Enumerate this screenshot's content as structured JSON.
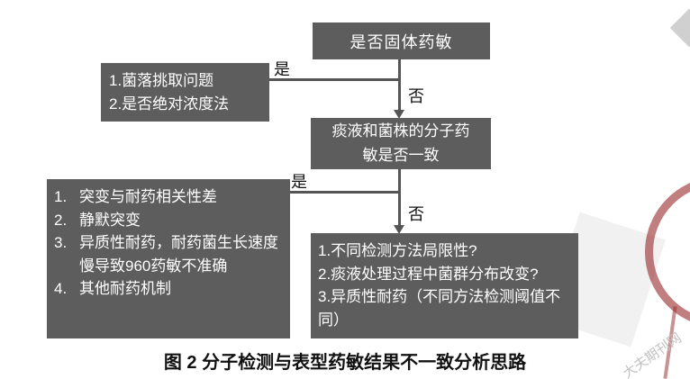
{
  "colors": {
    "box_bg": "#5d5d5d",
    "box_text": "#ffffff",
    "connector": "#555555",
    "label_text": "#111111",
    "caption_text": "#111111",
    "watermark_arc": "#962828"
  },
  "flowchart": {
    "decision1": {
      "text": "是否固体药敏"
    },
    "branch1": {
      "yes": "是",
      "no": "否"
    },
    "left_box1": {
      "lines": [
        "1.菌落挑取问题",
        "2.是否绝对浓度法"
      ]
    },
    "decision2": {
      "line1": "痰液和菌株的分子药",
      "line2": "敏是否一致"
    },
    "branch2": {
      "yes": "是",
      "no": "否"
    },
    "left_box2": {
      "items": [
        {
          "num": "1.",
          "text": "突变与耐药相关性差"
        },
        {
          "num": "2.",
          "text": "静默突变"
        },
        {
          "num": "3.",
          "text": "异质性耐药，耐药菌生长速度慢导致960药敏不准确"
        },
        {
          "num": "4.",
          "text": "其他耐药机制"
        }
      ]
    },
    "bottom_box": {
      "lines": [
        "1.不同检测方法局限性?",
        "2.痰液处理过程中菌群分布改变?",
        "3.异质性耐药（不同方法检测阈值不同）"
      ]
    }
  },
  "caption": "图 2  分子检测与表型药敏结果不一致分析思路",
  "watermark_text": "大夫期刊网"
}
